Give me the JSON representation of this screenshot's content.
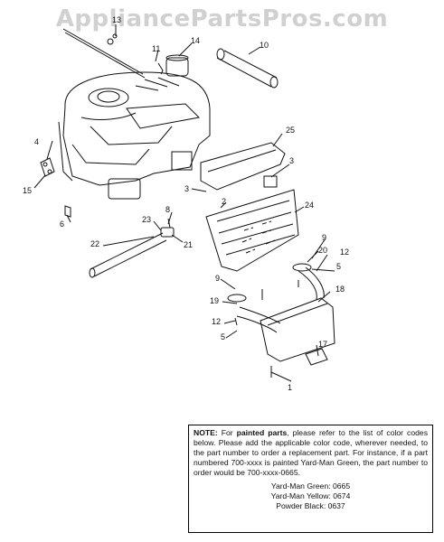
{
  "watermark": "AppliancePartsPros.com",
  "callouts": {
    "c1": "1",
    "c2": "2",
    "c3a": "3",
    "c3b": "3",
    "c4": "4",
    "c5a": "5",
    "c5b": "5",
    "c6": "6",
    "c8": "8",
    "c9a": "9",
    "c9b": "9",
    "c10": "10",
    "c11": "11",
    "c12a": "12",
    "c12b": "12",
    "c13": "13",
    "c14": "14",
    "c15": "15",
    "c17": "17",
    "c18": "18",
    "c19": "19",
    "c20": "20",
    "c21": "21",
    "c22": "22",
    "c23": "23",
    "c24": "24",
    "c25": "25"
  },
  "note": {
    "label": "NOTE:",
    "t1": " For ",
    "emph": "painted parts",
    "t2": ", please refer to the list of color codes below. Please add the applicable color code, wherever needed, to the part number to order a replacement part. For instance, if a part numbered 700-xxxx is painted Yard-Man Green, the part number to order would be 700-xxxx-0665.",
    "colors": [
      "Yard-Man Green: 0665",
      "Yard-Man Yellow: 0674",
      "Powder Black: 0637"
    ]
  }
}
